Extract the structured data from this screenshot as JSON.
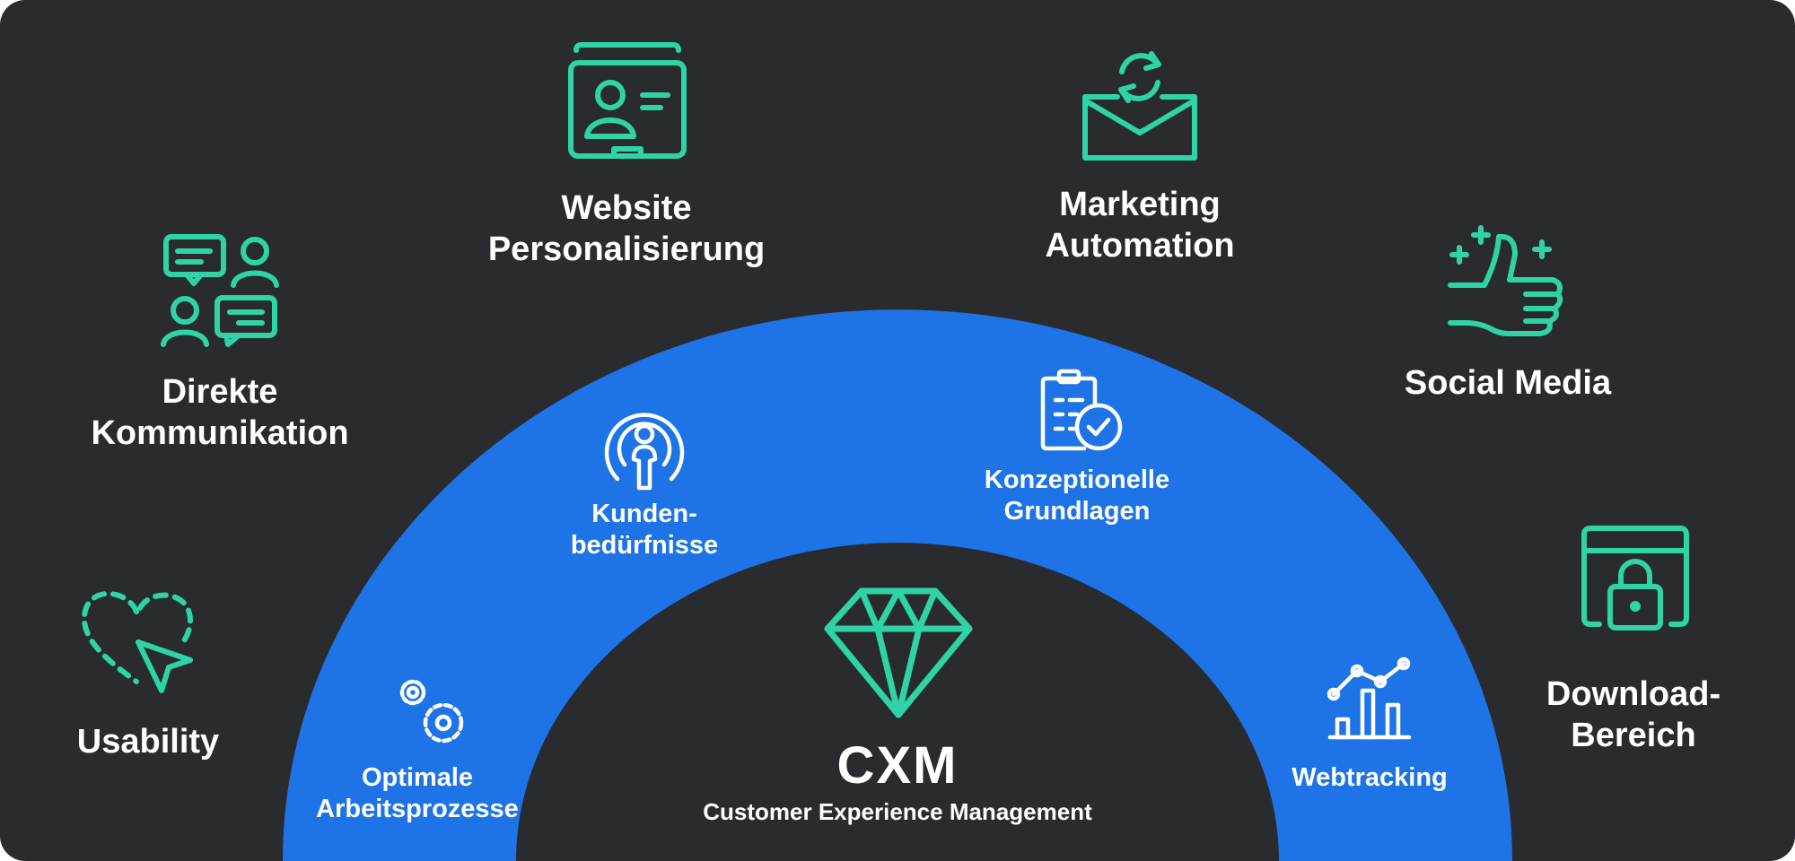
{
  "colors": {
    "background": "#2a2b2f",
    "arc": "#1e74e6",
    "accent": "#2fd4a6",
    "text": "#ffffff"
  },
  "outer_items": [
    {
      "icon": "chat-people-icon",
      "label_line1": "Direkte",
      "label_line2": "Kommunikation"
    },
    {
      "icon": "id-card-icon",
      "label_line1": "Website",
      "label_line2": "Personalisierung"
    },
    {
      "icon": "mail-refresh-icon",
      "label_line1": "Marketing",
      "label_line2": "Automation"
    },
    {
      "icon": "thumbs-up-icon",
      "label_line1": "Social Media"
    },
    {
      "icon": "heart-cursor-icon",
      "label_line1": "Usability"
    },
    {
      "icon": "browser-lock-icon",
      "label_line1": "Download-",
      "label_line2": "Bereich"
    }
  ],
  "inner_items": [
    {
      "icon": "gears-icon",
      "label_line1": "Optimale",
      "label_line2": "Arbeitsprozesse"
    },
    {
      "icon": "podcast-person-icon",
      "label_line1": "Kunden-",
      "label_line2": "bedürfnisse"
    },
    {
      "icon": "clipboard-check-icon",
      "label_line1": "Konzeptionelle",
      "label_line2": "Grundlagen"
    },
    {
      "icon": "chart-icon",
      "label_line1": "Webtracking"
    }
  ],
  "center": {
    "icon": "diamond-icon",
    "title": "CXM",
    "subtitle": "Customer Experience Management"
  }
}
